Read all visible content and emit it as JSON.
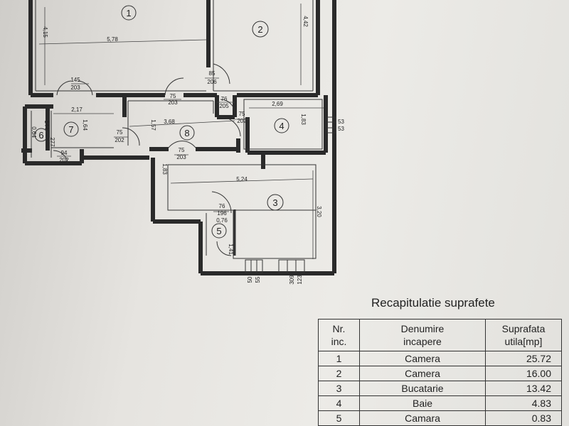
{
  "rooms": [
    {
      "num": "1"
    },
    {
      "num": "2"
    },
    {
      "num": "3"
    },
    {
      "num": "4"
    },
    {
      "num": "5"
    },
    {
      "num": "6"
    },
    {
      "num": "7"
    },
    {
      "num": "8"
    }
  ],
  "dimensions": {
    "r1_width": "5,78",
    "r1_height": "4,15",
    "r2_height": "4,42",
    "door_85": "85",
    "door_206": "206",
    "door_145": "145",
    "door_203a": "203",
    "door_75a": "75",
    "door_203b": "203",
    "door_76a": "76",
    "door_205": "205",
    "hall7_width": "2,17",
    "hall7_height": "1,64",
    "hall8_width": "3,68",
    "hall8_height": "1,57",
    "r4_width": "2,69",
    "r4_height": "1,83",
    "door_75b": "75",
    "door_202a": "202",
    "door_75c": "75",
    "door_202b": "202",
    "r6_width": "0,64",
    "r6_a": "144",
    "r6_b": "277",
    "door_94": "94",
    "door_202c": "202",
    "door_75d": "75",
    "door_203c": "203",
    "r3_left_h": "1,83",
    "r3_width": "5,24",
    "r3_height": "3,20",
    "door_76b": "76",
    "door_196": "196",
    "r5_width": "0,76",
    "r5_height": "1,41",
    "win_53a": "53",
    "win_53b": "53",
    "win_50": "50",
    "win_55": "55",
    "win_309": "309",
    "win_123": "123"
  },
  "summary": {
    "title": "Recapitulatie suprafete",
    "headers": [
      {
        "l1": "Nr.",
        "l2": "inc."
      },
      {
        "l1": "Denumire",
        "l2": "incapere"
      },
      {
        "l1": "Suprafata",
        "l2": "utila[mp]"
      }
    ],
    "rows": [
      {
        "nr": "1",
        "name": "Camera",
        "area": "25.72"
      },
      {
        "nr": "2",
        "name": "Camera",
        "area": "16.00"
      },
      {
        "nr": "3",
        "name": "Bucatarie",
        "area": "13.42"
      },
      {
        "nr": "4",
        "name": "Baie",
        "area": "4.83"
      },
      {
        "nr": "5",
        "name": "Camara",
        "area": "0.83"
      }
    ]
  }
}
